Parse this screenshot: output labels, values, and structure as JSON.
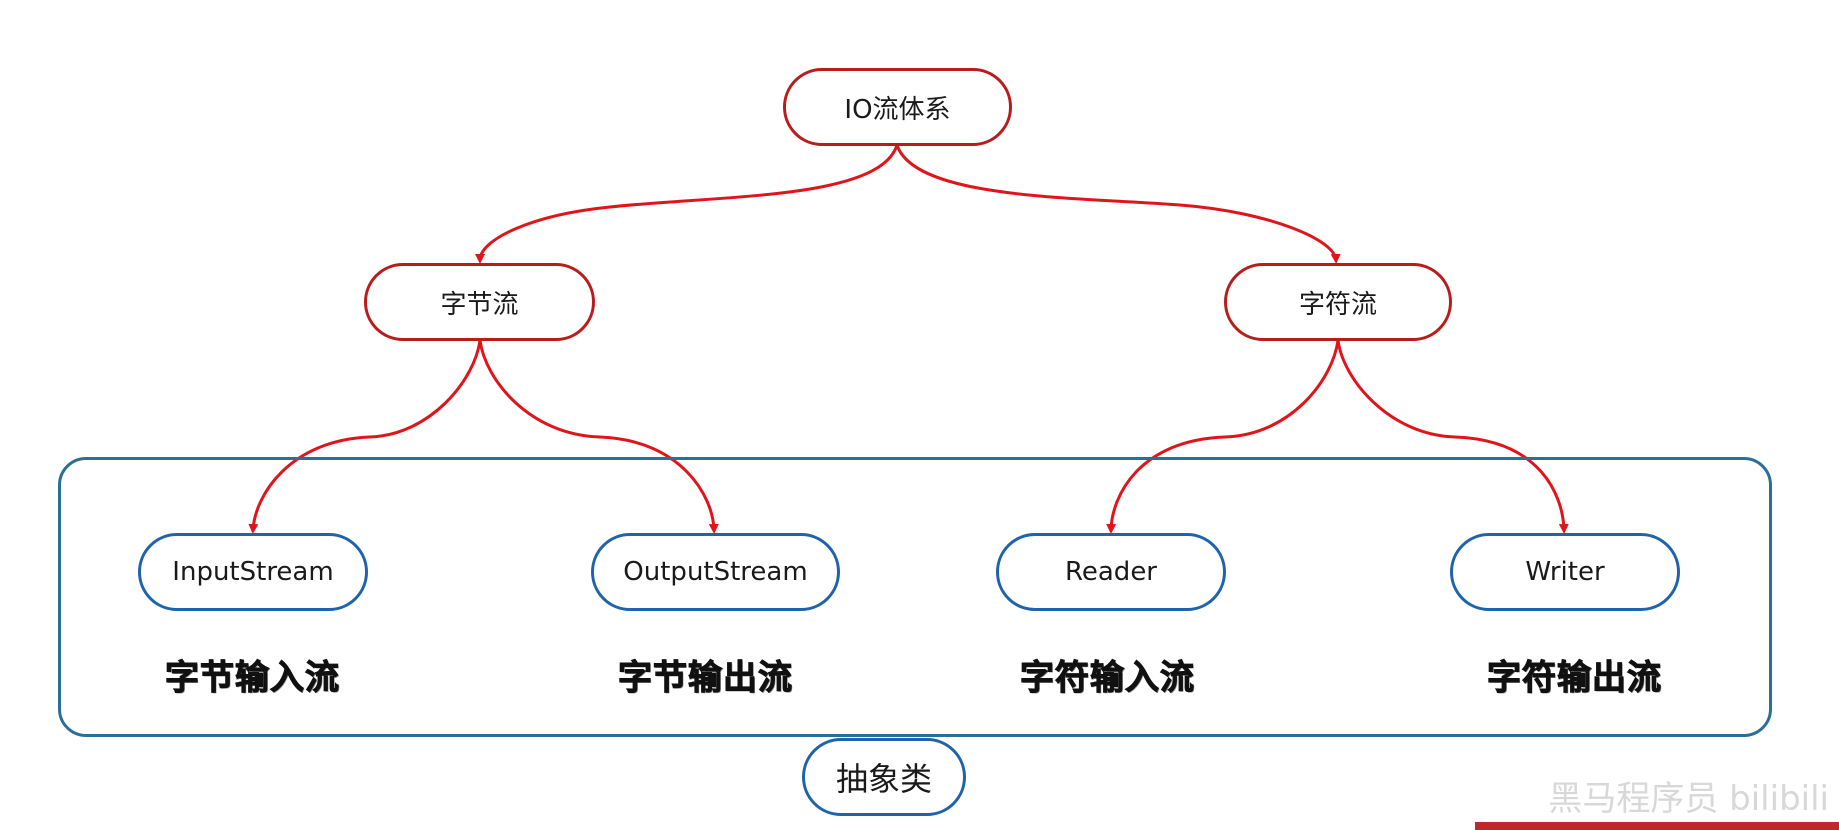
{
  "diagram": {
    "root": {
      "label": "IO流体系"
    },
    "categories": [
      {
        "label": "字节流"
      },
      {
        "label": "字符流"
      }
    ],
    "classes": [
      {
        "label": "InputStream",
        "caption": "字节输入流"
      },
      {
        "label": "OutputStream",
        "caption": "字节输出流"
      },
      {
        "label": "Reader",
        "caption": "字符输入流"
      },
      {
        "label": "Writer",
        "caption": "字符输出流"
      }
    ],
    "group_label": "抽象类"
  },
  "watermark": {
    "text": "黑马程序员 bilibili"
  },
  "colors": {
    "red_border": "#b81c1c",
    "arrow": "#e0151b",
    "blue_border": "#1f63ad",
    "group_border": "#2a6f98"
  }
}
